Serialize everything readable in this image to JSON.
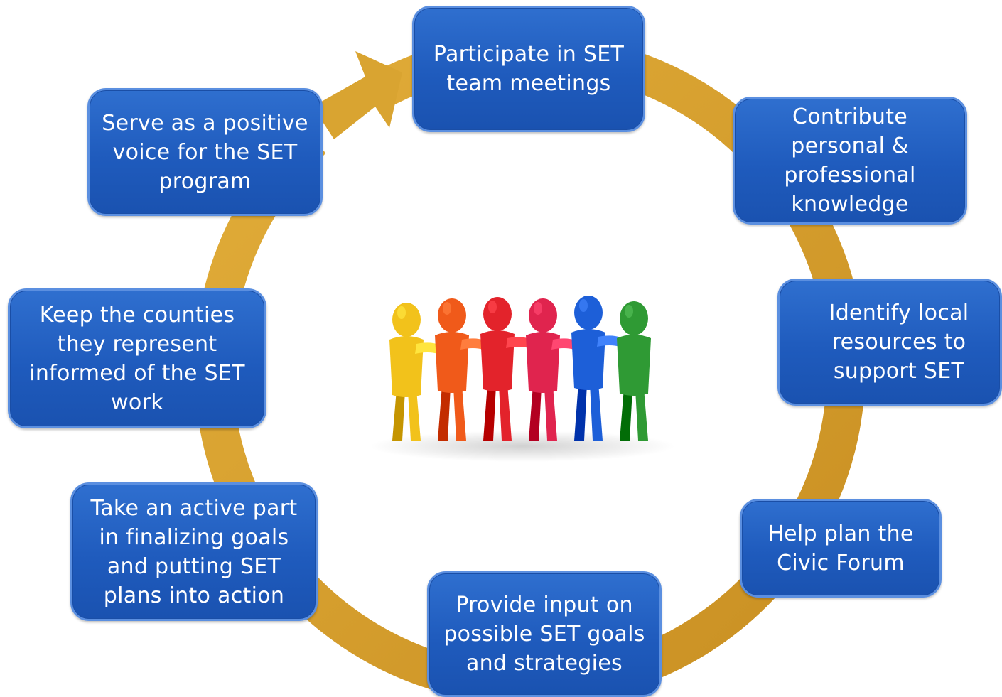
{
  "colors": {
    "box_fill": "#1f5bbd",
    "box_border": "#5b8fe0",
    "box_text": "#ffffff",
    "cycle_arrow": "#d9a431"
  },
  "steps": [
    {
      "label": "Participate in SET\nteam meetings"
    },
    {
      "label": "Contribute\npersonal &\nprofessional\nknowledge"
    },
    {
      "label": "Identify local\nresources to\nsupport SET"
    },
    {
      "label": "Help plan the\nCivic Forum"
    },
    {
      "label": "Provide input on\npossible SET goals\nand strategies"
    },
    {
      "label": "Take an active part\nin finalizing goals\nand putting SET\nplans into action"
    },
    {
      "label": "Keep the counties\nthey represent\ninformed of the SET\nwork"
    },
    {
      "label": "Serve as a positive\nvoice for the SET\nprogram"
    }
  ],
  "team_figures": [
    {
      "color": "#f2c21b",
      "icon": "person-figure-yellow"
    },
    {
      "color": "#f05a1a",
      "icon": "person-figure-orange"
    },
    {
      "color": "#e3232b",
      "icon": "person-figure-red"
    },
    {
      "color": "#e0244e",
      "icon": "person-figure-crimson"
    },
    {
      "color": "#1d5fd8",
      "icon": "person-figure-blue"
    },
    {
      "color": "#2f9a34",
      "icon": "person-figure-green"
    }
  ]
}
